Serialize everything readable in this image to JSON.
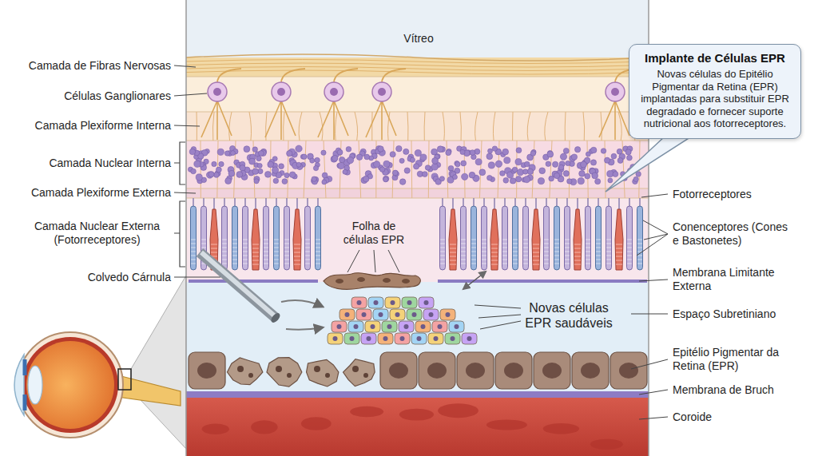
{
  "diagram": {
    "nodes": [
      {
        "text": [
          "Implante de Células EPR",
          "Novas células do Epitélio Pigmentar da Retina (EPR) implantadas para substituir EPR degradado e fornecer suporte nutricional aos fotorreceptores."
        ]
      }
    ],
    "labels": [
      "Camada de Fibras Nervosas",
      "Células Ganglionares",
      "Camada Plexiforme Interna",
      "Camada Nuclear Interna",
      "Camada Plexiforme Externa",
      "Camada Nuclear Externa (Fotorreceptores)",
      "Colvedo Cárnula",
      "Vítreo",
      "Folha de células EPR",
      "Novas células EPR saudáveis",
      "Fotorreceptores",
      "Conenceptores (Cones e Bastonetes)",
      "Membrana Limitante Externa",
      "Espaço Subretiniano",
      "Epitélio Pigmentar da Retina (EPR)",
      "Membrana de Bruch",
      "Coroide"
    ]
  }
}
